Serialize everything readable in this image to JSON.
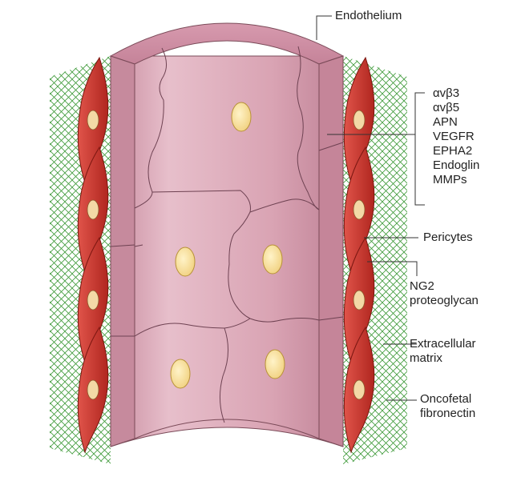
{
  "labels": {
    "endothelium": "Endothelium",
    "markers": [
      "αvβ3",
      "αvβ5",
      "APN",
      "VEGFR",
      "EPHA2",
      "Endoglin",
      "MMPs"
    ],
    "pericytes": "Pericytes",
    "ng2": [
      "NG2",
      "proteoglycan"
    ],
    "ecm": [
      "Extracellular",
      "matrix"
    ],
    "fibronectin": [
      "Oncofetal",
      "fibronectin"
    ]
  },
  "colors": {
    "vessel": "#d9a3b3",
    "vessel_dark": "#b9788d",
    "vessel_light": "#ecc9d3",
    "nucleus": "#f5dc95",
    "pericyte": "#c8332a",
    "mesh": "#3f9a3a"
  }
}
